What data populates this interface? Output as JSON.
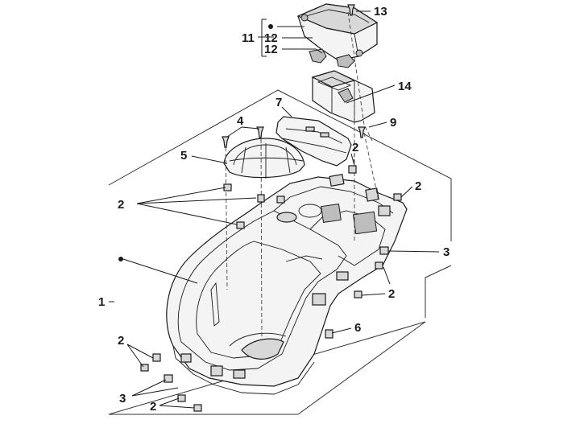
{
  "diagram": {
    "callouts": {
      "c1": "1",
      "c2a": "2",
      "c2b": "2",
      "c2c": "2",
      "c2d": "2",
      "c2e": "2",
      "c2f": "2",
      "c3a": "3",
      "c3b": "3",
      "c4": "4",
      "c5": "5",
      "c6": "6",
      "c7": "7",
      "c9": "9",
      "c11": "11",
      "c12a": "12",
      "c12b": "12",
      "c13": "13",
      "c14": "14"
    }
  }
}
